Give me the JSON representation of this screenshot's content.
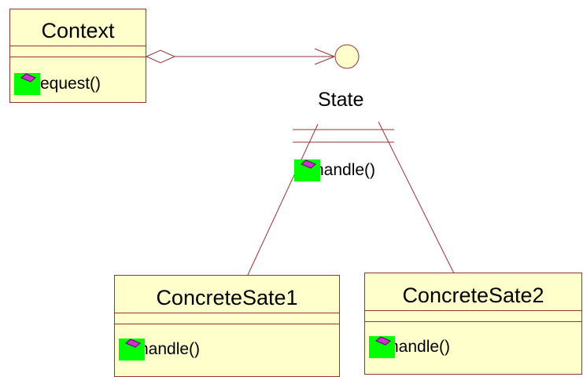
{
  "diagram": {
    "context": {
      "name": "Context",
      "operations": [
        "request()"
      ]
    },
    "state": {
      "name": "State",
      "operations": [
        "handle()"
      ]
    },
    "concrete1": {
      "name": "ConcreteSate1",
      "operations": [
        "handle()"
      ]
    },
    "concrete2": {
      "name": "ConcreteSate2",
      "operations": [
        "handle()"
      ]
    }
  },
  "icons": {
    "operation": "operation-icon"
  },
  "colors": {
    "line": "#993333",
    "class_fill": "#ffffcc",
    "interface_fill": "#ffffcc",
    "operation_icon_bg": "#00ff00",
    "operation_icon": "#cc33cc"
  }
}
